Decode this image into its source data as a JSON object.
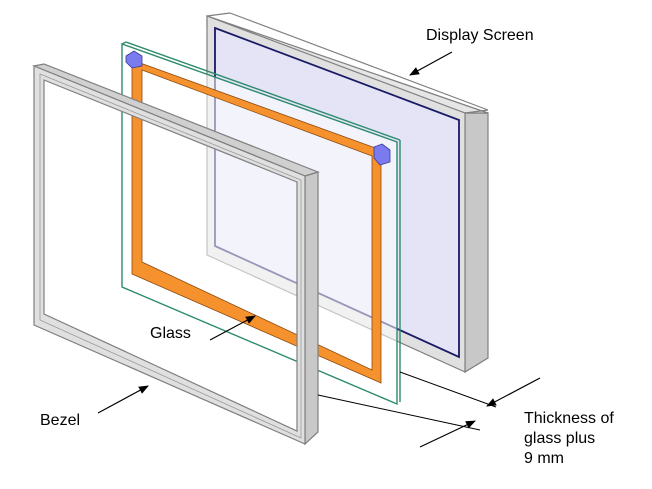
{
  "labels": {
    "display_screen": "Display Screen",
    "glass": "Glass",
    "bezel": "Bezel",
    "thickness": [
      "Thickness of",
      "glass plus",
      "9 mm"
    ]
  },
  "colors": {
    "frame_fill": "#e0e0e0",
    "frame_side": "#c8c8c8",
    "frame_stroke": "#7f7f7f",
    "screen_face": "#e4e4f6",
    "screen_border": "#1a1a66",
    "glass_edge": "#2e8b6e",
    "gasket": "#f6922d",
    "gasket_corner": "#7b7bf0",
    "line": "#000000"
  }
}
